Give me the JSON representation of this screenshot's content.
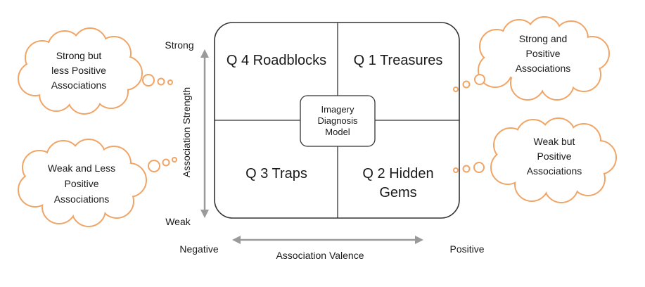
{
  "quadrants": {
    "q4": "Q 4 Roadblocks",
    "q1": "Q 1 Treasures",
    "q3": "Q 3 Traps",
    "q2_line1": "Q 2 Hidden",
    "q2_line2": "Gems"
  },
  "center": {
    "line1": "Imagery",
    "line2": "Diagnosis",
    "line3": "Model"
  },
  "axes": {
    "strength_title": "Association Strength",
    "strength_high": "Strong",
    "strength_low": "Weak",
    "valence_title": "Association Valence",
    "valence_low": "Negative",
    "valence_high": "Positive"
  },
  "clouds": {
    "top_left": [
      "Strong but",
      "less Positive",
      "Associations"
    ],
    "bottom_left": [
      "Weak and Less",
      "Positive",
      "Associations"
    ],
    "top_right": [
      "Strong and",
      "Positive",
      "Associations"
    ],
    "bottom_right": [
      "Weak but",
      "Positive",
      "Associations"
    ]
  },
  "colors": {
    "cloud_stroke": "#f0a465",
    "frame_stroke": "#333333",
    "axis_arrow": "#9a9a9a"
  }
}
